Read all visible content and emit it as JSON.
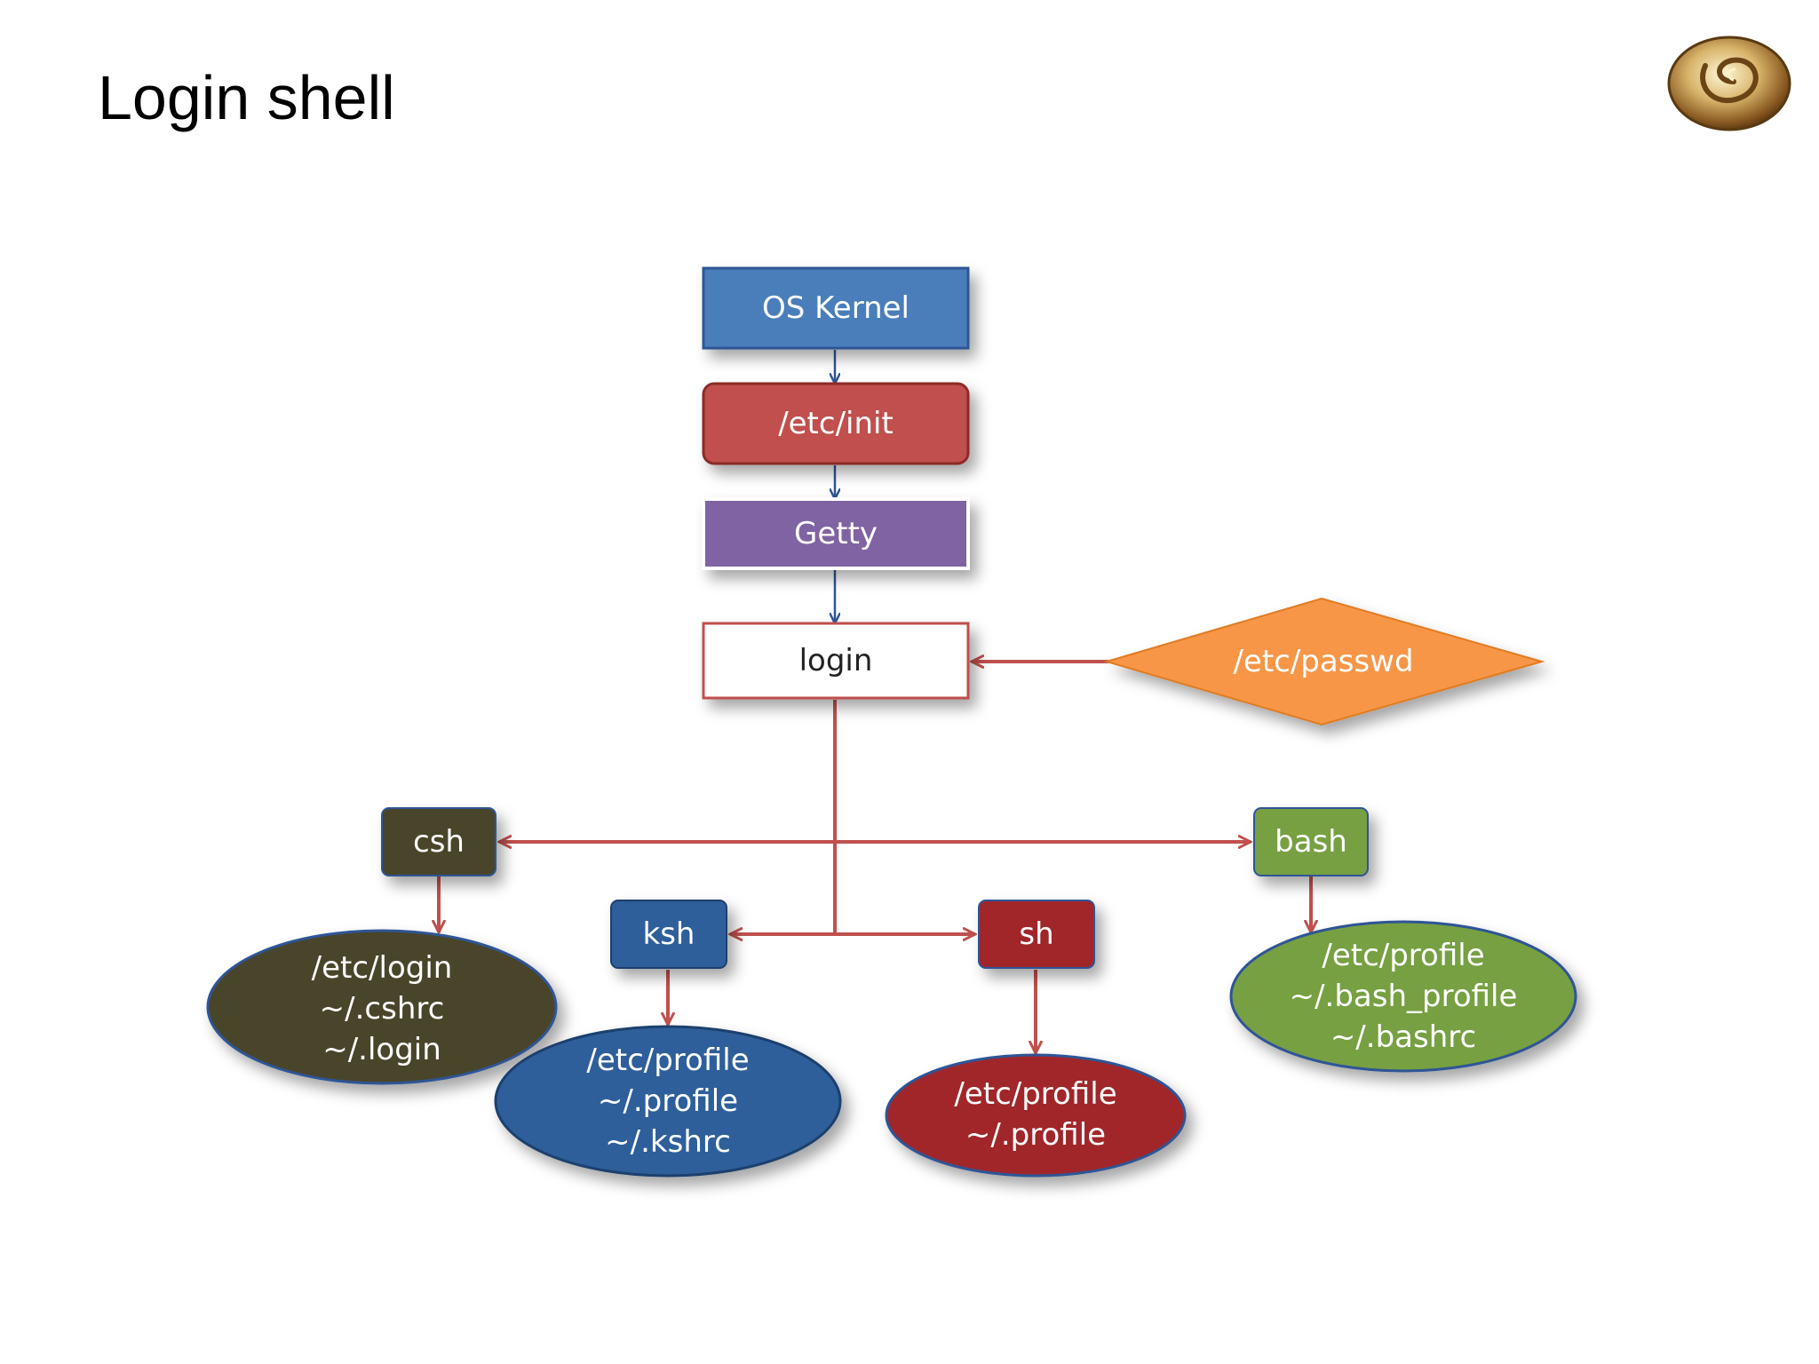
{
  "slide": {
    "title": "Login shell"
  },
  "colors": {
    "kernel": "#4a7ebb",
    "init": "#c0504d",
    "getty": "#8064a2",
    "login_fill": "#ffffff",
    "login_border": "#c0504d",
    "passwd": "#f79646",
    "csh": "#4a452a",
    "ksh": "#2e5e9a",
    "sh": "#a0282c",
    "bash": "#77a042",
    "arrow_blue": "#2f5496",
    "arrow_red": "#c0504d"
  },
  "logo": {
    "icon": "shell-logo-icon"
  },
  "nodes": {
    "kernel": "OS Kernel",
    "init": "/etc/init",
    "getty": "Getty",
    "login": "login",
    "passwd": "/etc/passwd",
    "csh": "csh",
    "ksh": "ksh",
    "sh": "sh",
    "bash": "bash"
  },
  "configs": {
    "csh": [
      "/etc/login",
      "~/.cshrc",
      "~/.login"
    ],
    "ksh": [
      "/etc/profile",
      "~/.profile",
      "~/.kshrc"
    ],
    "sh": [
      "/etc/profile",
      "~/.profile"
    ],
    "bash": [
      "/etc/profile",
      "~/.bash_profile",
      "~/.bashrc"
    ]
  }
}
